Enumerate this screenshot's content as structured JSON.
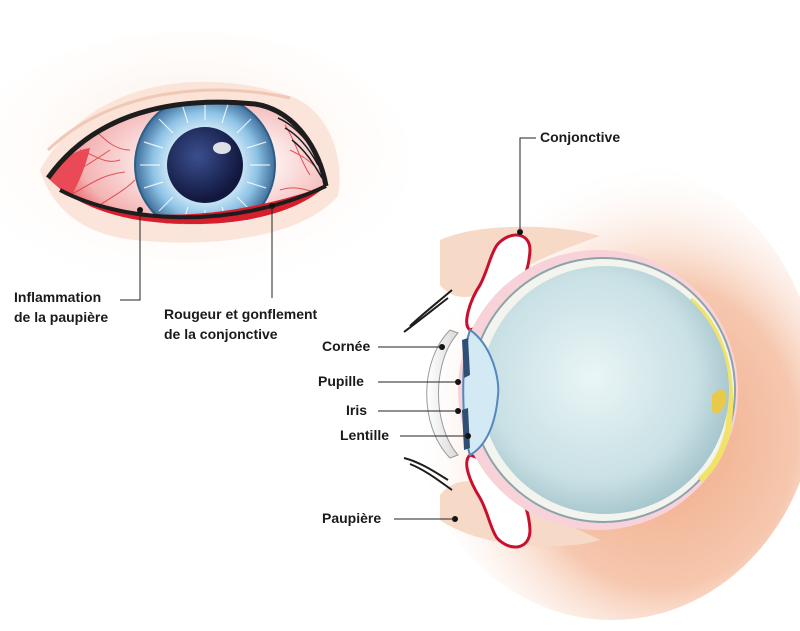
{
  "labels": {
    "inflammation_line1": "Inflammation",
    "inflammation_line2": "de la paupière",
    "rougeur_line1": "Rougeur et gonflement",
    "rougeur_line2": "de la conjonctive",
    "conjonctive": "Conjonctive",
    "cornee": "Cornée",
    "pupille": "Pupille",
    "iris": "Iris",
    "lentille": "Lentille",
    "paupiere": "Paupière"
  },
  "colors": {
    "skin_light": "#fbeae0",
    "skin_mid": "#f3b79a",
    "sclera_red": "#e9565e",
    "sclera_pink": "#f7d5d3",
    "iris_blue": "#6ea6d2",
    "pupil_dark": "#1c2456",
    "eyeball_fill": "#c7dfe3",
    "lid_outline": "#c8102e",
    "leader_line": "#222222"
  }
}
